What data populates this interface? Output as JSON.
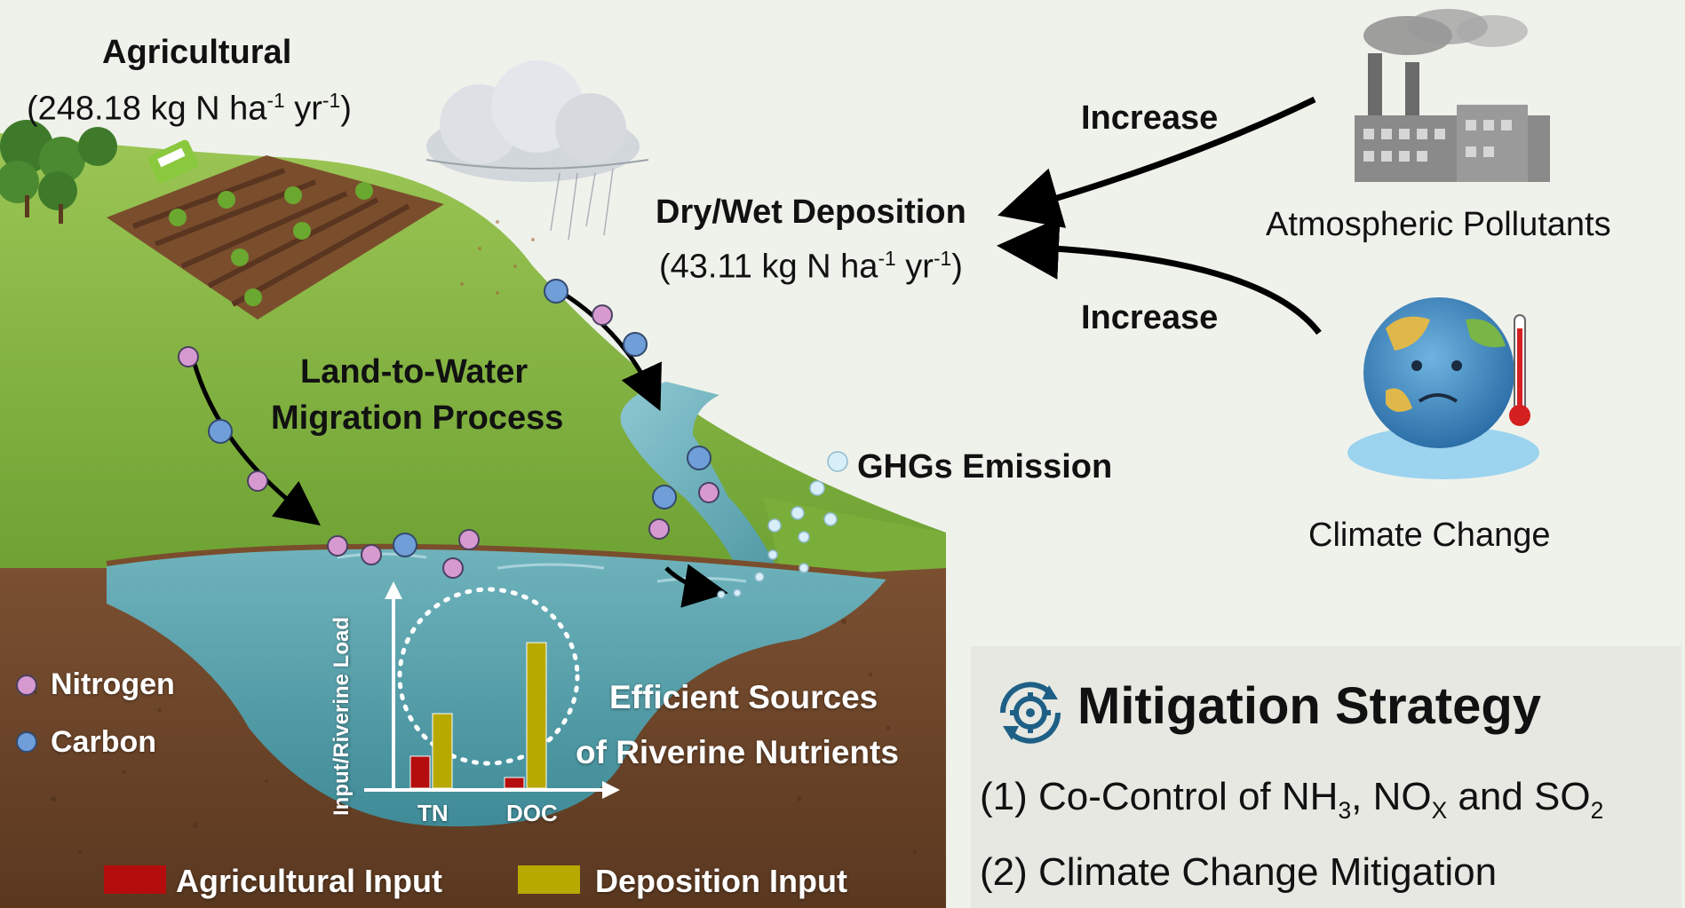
{
  "agricultural": {
    "title": "Agricultural",
    "value_prefix": "(248.18 kg N ha",
    "value_exp1": "-1",
    "value_mid": " yr",
    "value_exp2": "-1",
    "value_suffix": ")"
  },
  "deposition": {
    "title": "Dry/Wet Deposition",
    "value_prefix": "(43.11 kg N ha",
    "value_exp1": "-1",
    "value_mid": " yr",
    "value_exp2": "-1",
    "value_suffix": ")"
  },
  "drivers": {
    "increase_top": "Increase",
    "increase_bottom": "Increase",
    "atmospheric": "Atmospheric Pollutants",
    "climate": "Climate Change"
  },
  "process": {
    "land_to_water_line1": "Land-to-Water",
    "land_to_water_line2": "Migration Process",
    "ghg": "GHGs Emission",
    "efficient_line1": "Efficient Sources",
    "efficient_line2": "of Riverine Nutrients"
  },
  "legend": {
    "nitrogen": "Nitrogen",
    "carbon": "Carbon",
    "agricultural_input": "Agricultural Input",
    "deposition_input": "Deposition Input"
  },
  "mitigation": {
    "title": "Mitigation Strategy",
    "item1_prefix": "(1) Co-Control of NH",
    "item1_sub1": "3",
    "item1_mid1": ", NO",
    "item1_sub2": "X",
    "item1_mid2": " and SO",
    "item1_sub3": "2",
    "item2": "(2) Climate Change Mitigation"
  },
  "colors": {
    "nitrogen": "#d79ad0",
    "carbon": "#6f9ed8",
    "agricultural_bar": "#b50d0d",
    "deposition_bar": "#b8a900",
    "grass": "#86b441",
    "soil": "#7b4f31",
    "water": "#4f98a3"
  },
  "chart_data": {
    "type": "bar",
    "categories": [
      "TN",
      "DOC"
    ],
    "ylabel": "Input/Riverine Load",
    "series": [
      {
        "name": "Agricultural Input",
        "values": [
          0.18,
          0.06
        ]
      },
      {
        "name": "Deposition Input",
        "values": [
          0.42,
          0.82
        ]
      }
    ]
  }
}
